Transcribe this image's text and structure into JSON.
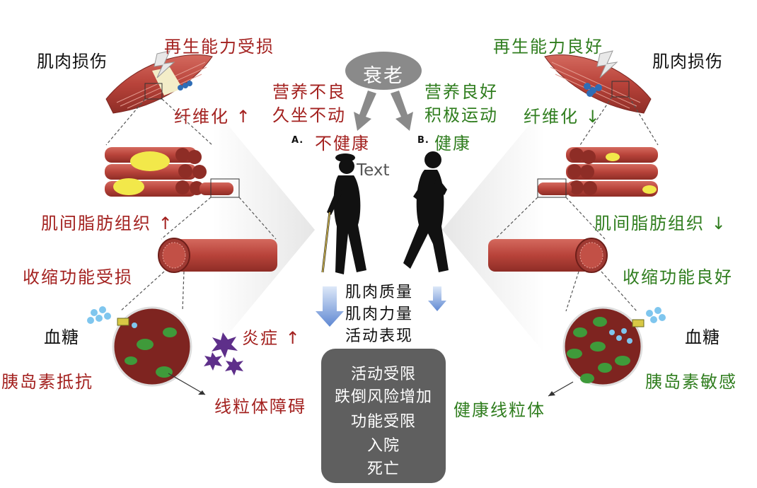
{
  "center": {
    "aging": "衰老",
    "left_causes": [
      "营养不良",
      "久坐不动"
    ],
    "right_causes": [
      "营养良好",
      "积极运动"
    ],
    "label_a": "A.",
    "unhealthy": "不健康",
    "label_b": "B.",
    "healthy": "健康",
    "text_placeholder": "Text",
    "muscle_metrics": [
      "肌肉质量",
      "肌肉力量",
      "活动表现"
    ],
    "outcomes": [
      "活动受限",
      "跌倒风险增加",
      "功能受限",
      "入院",
      "死亡"
    ]
  },
  "left": {
    "injury": "肌肉损伤",
    "regen": "再生能力受损",
    "fibrosis": "纤维化 ↑",
    "fat": "肌间脂肪组织 ↑",
    "contraction": "收缩功能受损",
    "blood_sugar": "血糖",
    "insulin": "胰岛素抵抗",
    "inflammation": "炎症 ↑",
    "mito": "线粒体障碍"
  },
  "right": {
    "injury": "肌肉损伤",
    "regen": "再生能力良好",
    "fibrosis": "纤维化 ↓",
    "fat": "肌间脂肪组织 ↓",
    "contraction": "收缩功能良好",
    "blood_sugar": "血糖",
    "insulin": "胰岛素敏感",
    "mito": "健康线粒体"
  },
  "colors": {
    "negative": "#a3211f",
    "positive": "#2f7d1e",
    "muscle": "#b8433a",
    "fat": "#f2e84a",
    "mitochondria": "#3f9a3a",
    "glucose": "#7fc6ee",
    "arrow_blue": "#6f95d6",
    "outcome_box": "#5f5f5f"
  }
}
